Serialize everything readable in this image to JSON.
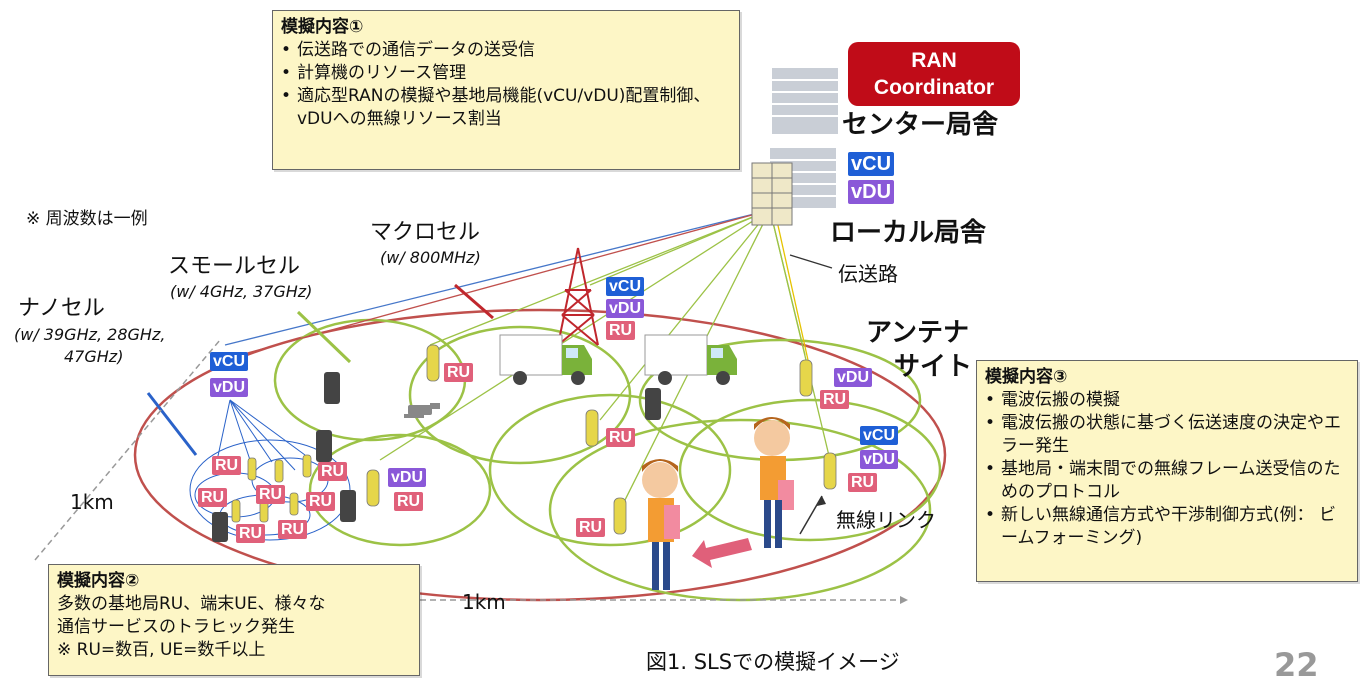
{
  "note1": {
    "title": "模擬内容①",
    "items": [
      "伝送路での通信データの送受信",
      "計算機のリソース管理",
      "適応型RANの模擬や基地局機能(vCU/vDU)配置制御、vDUへの無線リソース割当"
    ]
  },
  "note2": {
    "title": "模擬内容②",
    "lines": [
      "多数の基地局RU、端末UE、様々な",
      "通信サービスのトラヒック発生",
      "※ RU=数百, UE=数千以上"
    ]
  },
  "note3": {
    "title": "模擬内容③",
    "items": [
      "電波伝搬の模擬",
      "電波伝搬の状態に基づく伝送速度の決定やエラー発生",
      "基地局・端末間での無線フレーム送受信のためのプロトコル",
      "新しい無線通信方式や干渉制御方式(例： ビームフォーミング)"
    ]
  },
  "ran_coordinator": [
    "RAN",
    "Coordinator"
  ],
  "center_station": "センター局舎",
  "local_station": "ローカル局舎",
  "transmission_path": "伝送路",
  "antenna_site": [
    "アンテナ",
    "サイト"
  ],
  "wireless_link": "無線リンク",
  "frequency_note": "※ 周波数は一例",
  "cells": {
    "macro": {
      "label": "マクロセル",
      "spec": "(w/ 800MHz)"
    },
    "small": {
      "label": "スモールセル",
      "spec": "(w/ 4GHz, 37GHz)"
    },
    "nano": {
      "label": "ナノセル",
      "spec": [
        "(w/ 39GHz, 28GHz,",
        "47GHz)"
      ]
    }
  },
  "scale_1km": "1km",
  "tags": {
    "ru": "RU",
    "vcu": "vCU",
    "vdu": "vDU"
  },
  "caption": "図1. SLSでの模擬イメージ",
  "page_number": "22",
  "colors": {
    "note_bg": "#fdf6c6",
    "ran_red": "#c00c18",
    "ru_pink": "#e0607a",
    "vcu_blue": "#1f5fd6",
    "vdu_purple": "#8a58d8",
    "cell_green": "#9cc246",
    "outer_red": "#c0504d"
  }
}
